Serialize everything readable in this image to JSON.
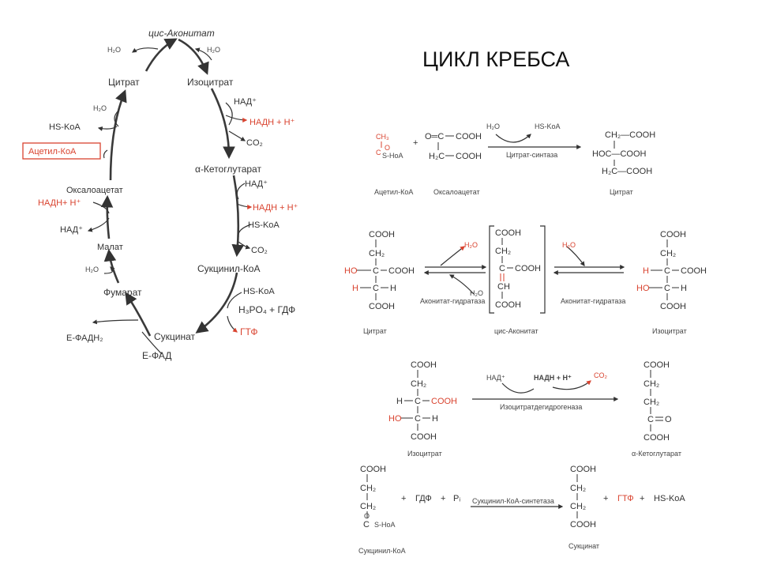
{
  "title": "ЦИКЛ КРЕБСА",
  "cycle": {
    "cis_aconitate": "цис-Аконитат",
    "h2o_left_top": "H₂O",
    "h2o_right_top": "H₂O",
    "citrate": "Цитрат",
    "isocitrate": "Изоцитрат",
    "h2o_citrate": "H₂O",
    "hs_koa_citrate": "HS-KoA",
    "acetyl_koa": "Ацетил-КоА",
    "nad_1": "НАД⁺",
    "nadh_1": "НАДН + Н⁺",
    "co2_1": "CO₂",
    "alpha_kg": "α-Кетоглутарат",
    "oxaloacetate": "Оксалоацетат",
    "nadh_oxalo": "НАДН+ Н⁺",
    "nad_oxalo": "НАД⁺",
    "nad_2": "НАД⁺",
    "nadh_2": "НАДН + Н⁺",
    "hs_koa_2": "HS-KoA",
    "co2_2": "CO₂",
    "malate": "Малат",
    "h2o_malate": "H₂O",
    "succinyl_koa": "Сукцинил-КоА",
    "hs_koa_3": "HS-KoA",
    "h3po4_gdp": "H₃PO₄ + ГДФ",
    "gtp": "ГТФ",
    "fumarate": "Фумарат",
    "e_fadh2": "Е-ФАДН₂",
    "succinate": "Сукцинат",
    "e_fad": "Е-ФАД"
  },
  "reactions": {
    "r1": {
      "ch3": "CH₃",
      "c_o": "C",
      "o_label": "O",
      "shoa": "S-HoA",
      "plus": "+",
      "o_eq_c": "O═C",
      "cooh_a": "COOH",
      "h2c": "H₂C",
      "cooh_b": "COOH",
      "h2o": "H₂O",
      "hs_koa": "HS-KoA",
      "enzyme": "Цитрат-синтаза",
      "ch2_cooh": "CH₂—COOH",
      "hoc_cooh": "HOC—COOH",
      "h2c_cooh": "H₂C—COOH",
      "label_acetyl": "Ацетил-КоА",
      "label_oxalo": "Оксалоацетат",
      "label_citrate": "Цитрат"
    },
    "r2": {
      "cooh1": "COOH",
      "ch2": "CH₂",
      "ho": "HO",
      "c": "C",
      "cooh2": "COOH",
      "h": "H",
      "c2": "C",
      "h2": "H",
      "cooh3": "COOH",
      "h2o_out": "H₂O",
      "h2o_in": "H₂O",
      "enzyme1": "Аконитат-гидратаза",
      "m_cooh1": "COOH",
      "m_ch2": "CH₂",
      "m_c": "C",
      "m_cooh2": "COOH",
      "m_ch": "CH",
      "m_cooh3": "COOH",
      "h2o_out2": "H₂O",
      "enzyme2": "Аконитат-гидратаза",
      "i_cooh1": "COOH",
      "i_ch2": "CH₂",
      "i_h": "H",
      "i_c": "C",
      "i_cooh2": "COOH",
      "i_ho": "HO",
      "i_c2": "C",
      "i_h2": "H",
      "i_cooh3": "COOH",
      "label_citrate": "Цитрат",
      "label_cis": "цис-Аконитат",
      "label_iso": "Изоцитрат"
    },
    "r3": {
      "cooh1": "COOH",
      "ch2": "CH₂",
      "h": "H",
      "c": "C",
      "cooh2": "COOH",
      "ho": "HO",
      "c2": "C",
      "h2": "H",
      "cooh3": "COOH",
      "nad": "НАД⁺",
      "nadh": "НАДН + Н⁺",
      "co2": "CO₂",
      "enzyme": "Изоцитратдегидрогеназа",
      "p_cooh1": "COOH",
      "p_ch2a": "CH₂",
      "p_ch2b": "CH₂",
      "p_c": "C",
      "p_o": "O",
      "p_cooh2": "COOH",
      "label_iso": "Изоцитрат",
      "label_akg": "α-Кетоглутарат"
    },
    "r4": {
      "cooh1": "COOH",
      "ch2a": "CH₂",
      "ch2b": "CH₂",
      "c": "C",
      "o": "O",
      "shoa": "S-HoA",
      "plus1": "+",
      "gdp": "ГДФ",
      "plus2": "+",
      "pi": "Pᵢ",
      "enzyme": "Сукцинил-КоА-синтетаза",
      "p_cooh1": "COOH",
      "p_ch2a": "CH₂",
      "p_ch2b": "CH₂",
      "p_cooh2": "COOH",
      "plus3": "+",
      "gtp": "ГТФ",
      "plus4": "+",
      "hs_koa": "HS-KoA",
      "label_succ_koa": "Сукцинил-КоА",
      "label_succ": "Сукцинат"
    }
  },
  "colors": {
    "highlight": "#d9432f",
    "ink": "#333333"
  }
}
